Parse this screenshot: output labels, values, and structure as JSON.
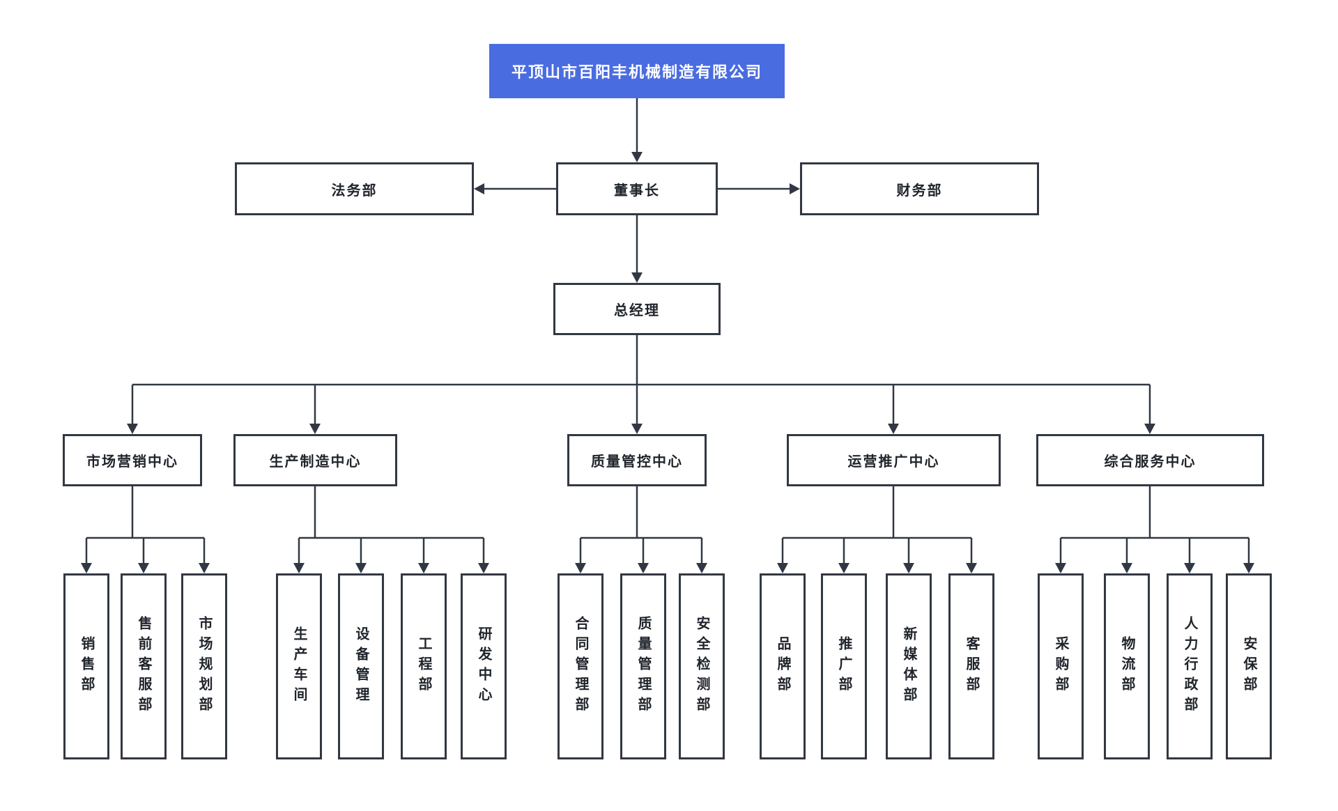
{
  "company": "平顶山市百阳丰机械制造有限公司",
  "levels": {
    "chairman": "董事长",
    "legal": "法务部",
    "finance": "财务部",
    "general_manager": "总经理"
  },
  "centers": [
    {
      "label": "市场营销中心",
      "departments": [
        "销售部",
        "售前客服部",
        "市场规划部"
      ]
    },
    {
      "label": "生产制造中心",
      "departments": [
        "生产车间",
        "设备管理",
        "工程部",
        "研发中心"
      ]
    },
    {
      "label": "质量管控中心",
      "departments": [
        "合同管理部",
        "质量管理部",
        "安全检测部"
      ]
    },
    {
      "label": "运营推广中心",
      "departments": [
        "品牌部",
        "推广部",
        "新媒体部",
        "客服部"
      ]
    },
    {
      "label": "综合服务中心",
      "departments": [
        "采购部",
        "物流部",
        "人力行政部",
        "安保部"
      ]
    }
  ],
  "colors": {
    "root_bg": "#4a6ce1",
    "root_text": "#ffffff",
    "line": "#313843",
    "text": "#1f242b",
    "background": "#ffffff"
  }
}
